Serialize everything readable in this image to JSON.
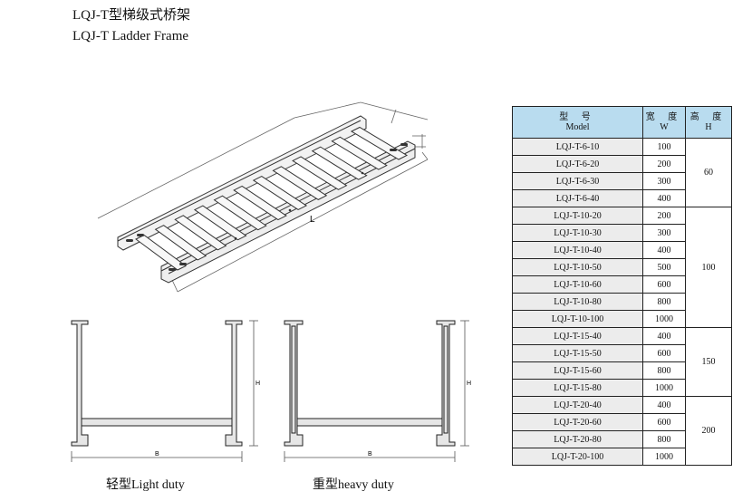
{
  "title": {
    "zh": "LQJ-T型梯级式桥架",
    "en": "LQJ-T Ladder Frame"
  },
  "diagram_labels": {
    "length": "L",
    "width": "B",
    "height": "H"
  },
  "captions": {
    "light": "轻型Light duty",
    "heavy": "重型heavy duty"
  },
  "table": {
    "headers": {
      "model_zh": "型 号",
      "model_en": "Model",
      "width_zh": "宽 度",
      "width_en": "W",
      "height_zh": "高 度",
      "height_en": "H"
    },
    "groups": [
      {
        "height": "60",
        "rows": [
          {
            "model": "LQJ-T-6-10",
            "width": "100"
          },
          {
            "model": "LQJ-T-6-20",
            "width": "200"
          },
          {
            "model": "LQJ-T-6-30",
            "width": "300"
          },
          {
            "model": "LQJ-T-6-40",
            "width": "400"
          }
        ]
      },
      {
        "height": "100",
        "rows": [
          {
            "model": "LQJ-T-10-20",
            "width": "200"
          },
          {
            "model": "LQJ-T-10-30",
            "width": "300"
          },
          {
            "model": "LQJ-T-10-40",
            "width": "400"
          },
          {
            "model": "LQJ-T-10-50",
            "width": "500"
          },
          {
            "model": "LQJ-T-10-60",
            "width": "600"
          },
          {
            "model": "LQJ-T-10-80",
            "width": "800"
          },
          {
            "model": "LQJ-T-10-100",
            "width": "1000"
          }
        ]
      },
      {
        "height": "150",
        "rows": [
          {
            "model": "LQJ-T-15-40",
            "width": "400"
          },
          {
            "model": "LQJ-T-15-50",
            "width": "600"
          },
          {
            "model": "LQJ-T-15-60",
            "width": "800"
          },
          {
            "model": "LQJ-T-15-80",
            "width": "1000"
          }
        ]
      },
      {
        "height": "200",
        "rows": [
          {
            "model": "LQJ-T-20-40",
            "width": "400"
          },
          {
            "model": "LQJ-T-20-60",
            "width": "600"
          },
          {
            "model": "LQJ-T-20-80",
            "width": "800"
          },
          {
            "model": "LQJ-T-20-100",
            "width": "1000"
          }
        ]
      }
    ]
  }
}
